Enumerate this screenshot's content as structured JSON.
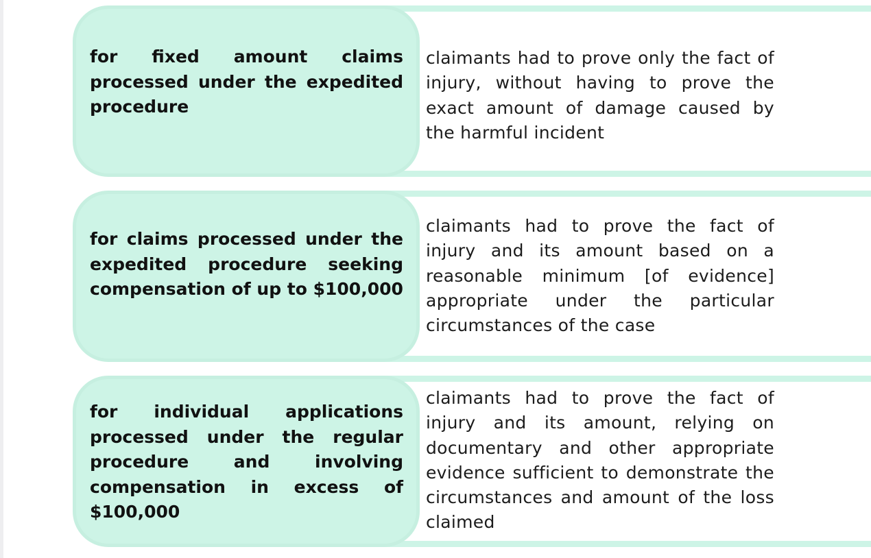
{
  "rows": [
    {
      "label": "for fixed amount claims processed under the expedited procedure",
      "description": "claimants had to prove only the fact of injury, without having to prove the exact amount of damage caused by the harmful incident"
    },
    {
      "label": "for claims processed under the expedited procedure seeking compensation of up to $100,000",
      "description": "claimants had to prove the fact of injury and its amount based on a reasonable minimum [of evidence] appropriate under the particular circumstances of the case"
    },
    {
      "label": "for individual applications processed under the regular procedure and involving compensation in excess of $100,000",
      "description": "claimants had to prove the fact of injury and its amount, relying on documentary and other appropriate evidence sufficient to demonstrate the circumstances and amount of the loss claimed"
    }
  ],
  "colors": {
    "pill_fill": "#cdf4e6",
    "pill_border": "#c6efe0",
    "band": "#cdf4e6",
    "text": "#111111"
  }
}
